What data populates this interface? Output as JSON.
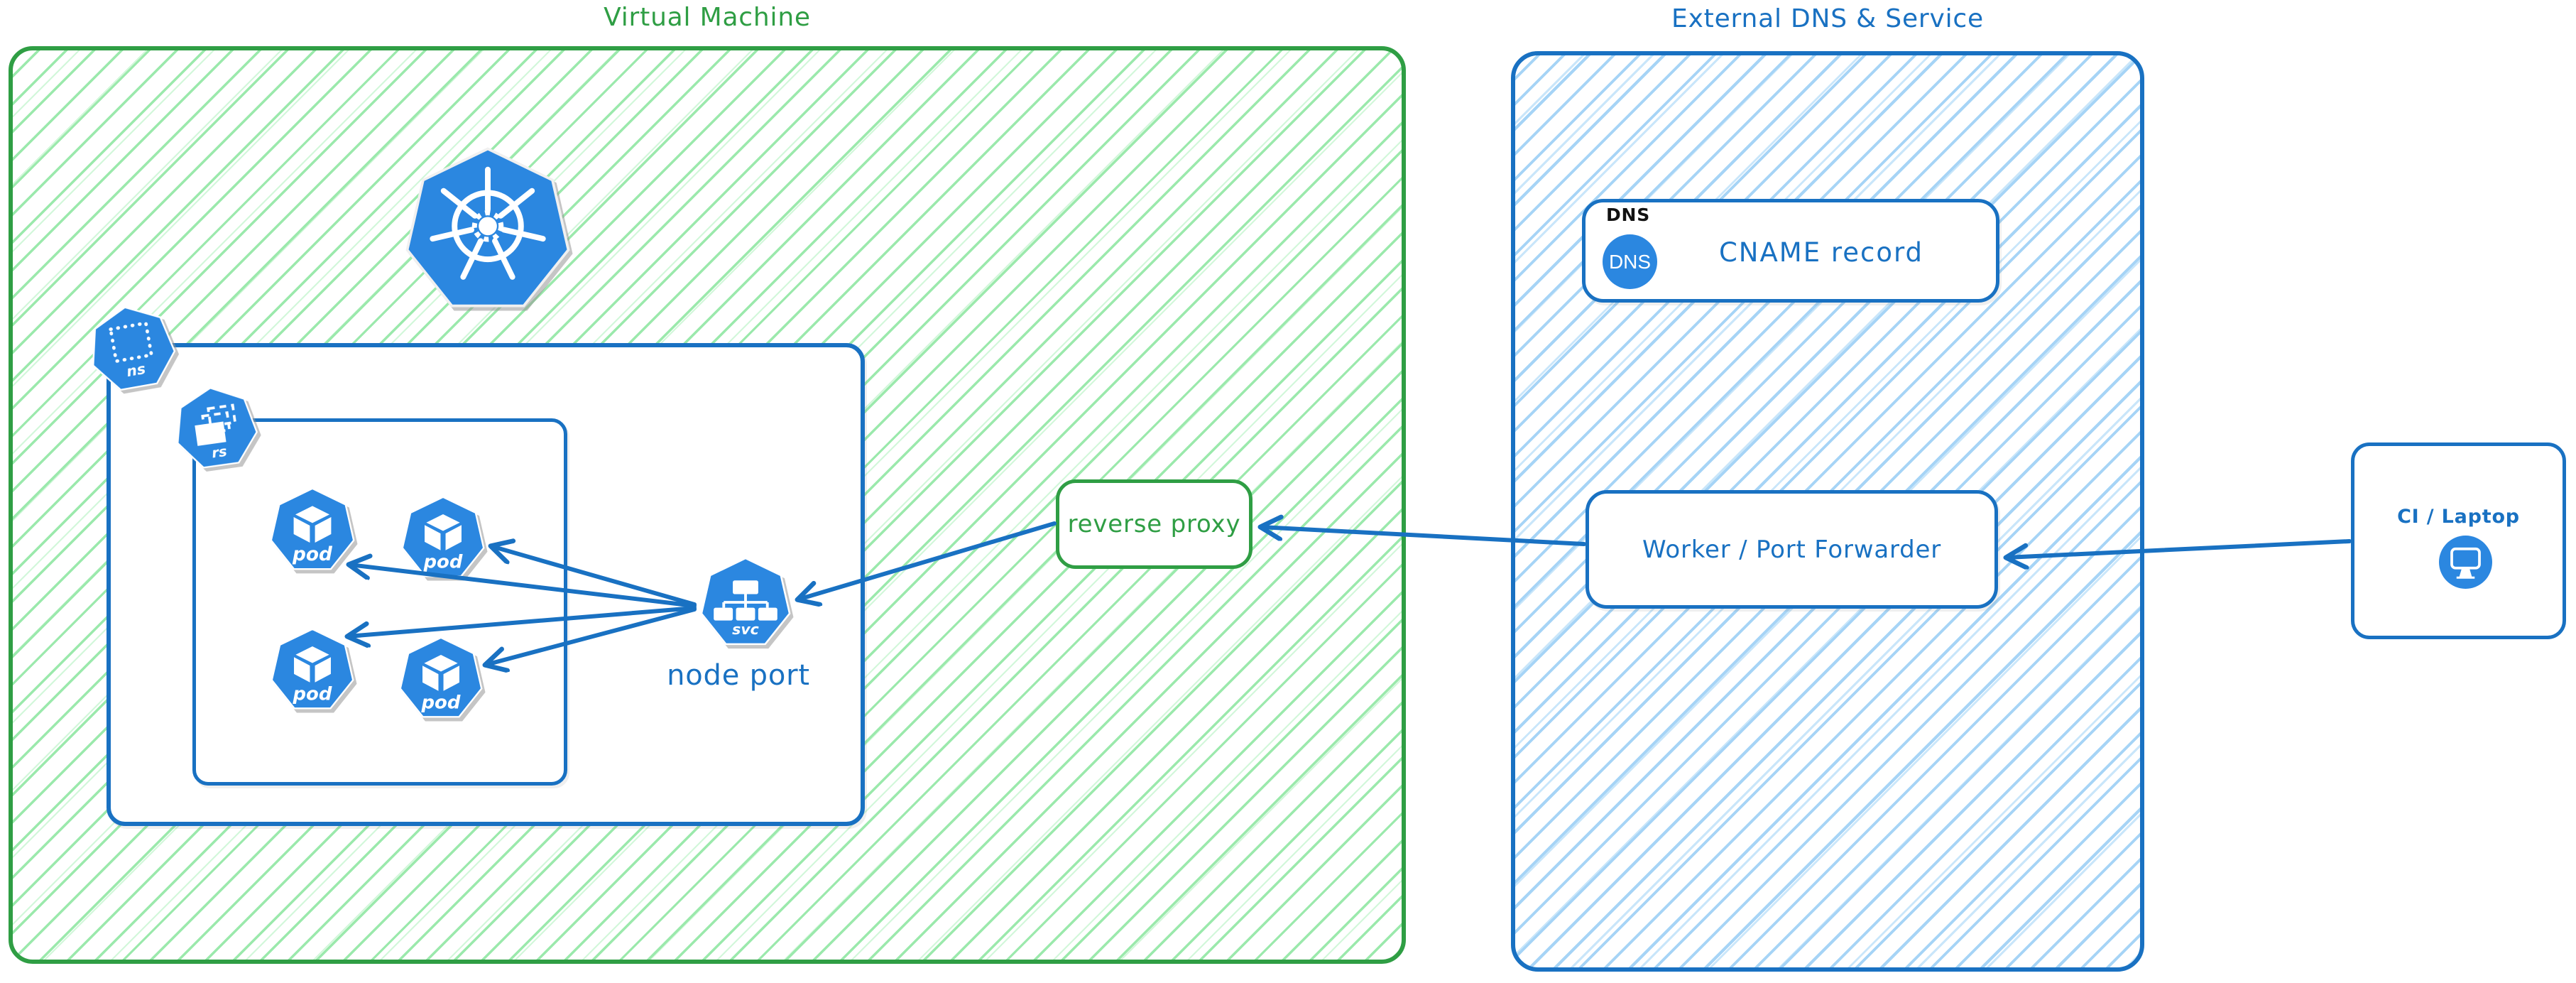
{
  "vm": {
    "title": "Virtual Machine"
  },
  "external": {
    "title": "External DNS & Service",
    "dns_tag": "DNS",
    "dns_badge": "DNS",
    "cname_label": "CNAME record",
    "worker_label": "Worker / Port Forwarder"
  },
  "k8s": {
    "ns": "ns",
    "rs": "rs",
    "pod": "pod",
    "svc": "svc",
    "node_port": "node port"
  },
  "reverse_proxy": {
    "label": "reverse proxy"
  },
  "ci": {
    "label": "CI / Laptop"
  },
  "icons": {
    "kubernetes": "kubernetes-wheel-icon",
    "namespace": "namespace-heptagon-icon",
    "replicaset": "replicaset-heptagon-icon",
    "pod": "pod-heptagon-icon",
    "service": "service-heptagon-icon",
    "dns": "dns-circle-icon",
    "laptop": "monitor-circle-icon"
  },
  "colors": {
    "green_stroke": "#2f9e44",
    "green_hatch": "#9be9ac",
    "blue_stroke": "#1971c2",
    "blue_hatch": "#a6d4f6",
    "icon_blue": "#2b87e0",
    "text_black": "#111111",
    "white": "#ffffff"
  }
}
